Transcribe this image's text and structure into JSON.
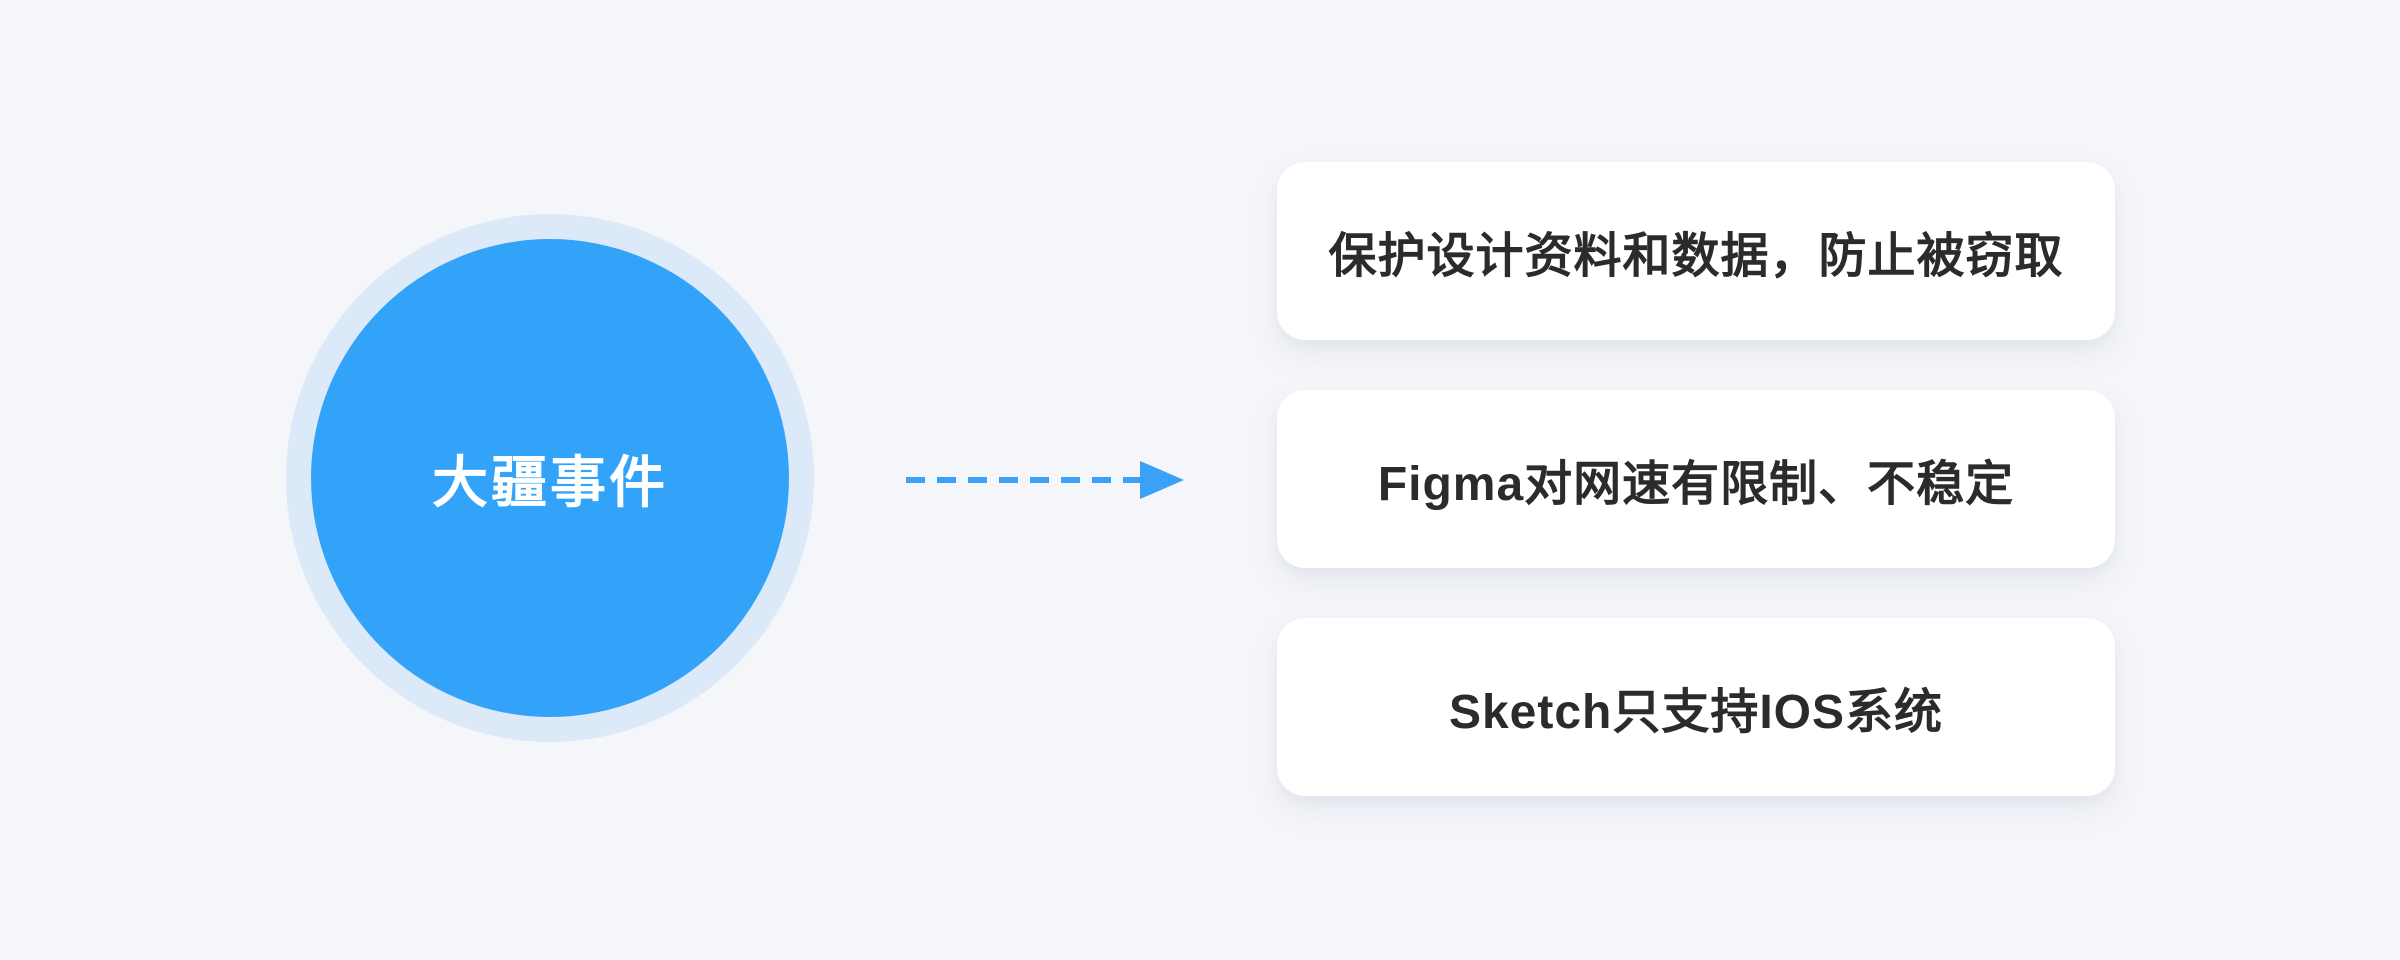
{
  "canvas": {
    "background_color": "#f5f6fa"
  },
  "node": {
    "label": "大疆事件",
    "fill_color": "#33a3fa",
    "halo_color": "#dce9f8",
    "text_color": "#ffffff"
  },
  "arrow": {
    "style": "dashed",
    "direction": "right",
    "color": "#3aa0f8"
  },
  "cards": [
    {
      "label": "保护设计资料和数据，防止被窃取"
    },
    {
      "label": "Figma对网速有限制、不稳定"
    },
    {
      "label": "Sketch只支持IOS系统"
    }
  ],
  "card_style": {
    "background_color": "#ffffff",
    "text_color": "#2b2b2b"
  }
}
